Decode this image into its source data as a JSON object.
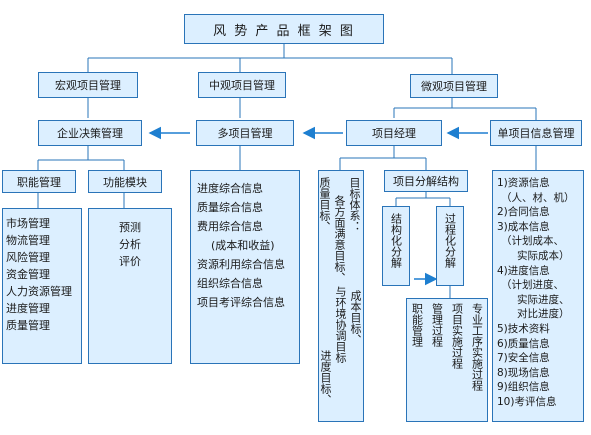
{
  "title": "风 势 产 品 框 架 图",
  "level1": {
    "macro": "宏观项目管理",
    "meso": "中观项目管理",
    "micro": "微观项目管理"
  },
  "level2": {
    "enterprise": "企业决策管理",
    "multi": "多项目管理",
    "pm": "项目经理",
    "single": "单项目信息管理"
  },
  "functional": {
    "title": "职能管理",
    "items": [
      "市场管理",
      "物流管理",
      "风险管理",
      "资金管理",
      "人力资源管理",
      "进度管理",
      "质量管理"
    ]
  },
  "modules": {
    "title": "功能模块",
    "items": [
      "预测",
      "分析",
      "评价"
    ]
  },
  "multi_items": [
    "进度综合信息",
    "质量综合信息",
    "费用综合信息",
    "(成本和收益)",
    "资源利用综合信息",
    "组织综合信息",
    "项目考评综合信息"
  ],
  "target_system": {
    "col1": "目标体系：",
    "col2": "各方面满意目标、",
    "col3": "质量目标、",
    "col4": "成本目标、",
    "col5": "与环境协调目标",
    "col6": "进度目标、"
  },
  "wbs": {
    "title": "项目分解结构",
    "structural": "结构化分解",
    "process": "过程化分解",
    "func_mgmt": "职能管理",
    "mgmt_process": "管理过程",
    "impl_process": "项目实施过程",
    "specialty": "专业工序实施过程"
  },
  "single_items": [
    "1)资源信息",
    "（人、材、机）",
    "2)合同信息",
    "3)成本信息",
    "（计划成本、",
    "实际成本）",
    "4)进度信息",
    "（计划进度、",
    "实际进度、",
    "对比进度）",
    "5)技术资料",
    "6)质量信息",
    "7)安全信息",
    "8)现场信息",
    "9)组织信息",
    "10)考评信息"
  ],
  "colors": {
    "box_fill": "#dcefff",
    "border": "#2a74b8",
    "arrow": "#1e7fd0"
  }
}
